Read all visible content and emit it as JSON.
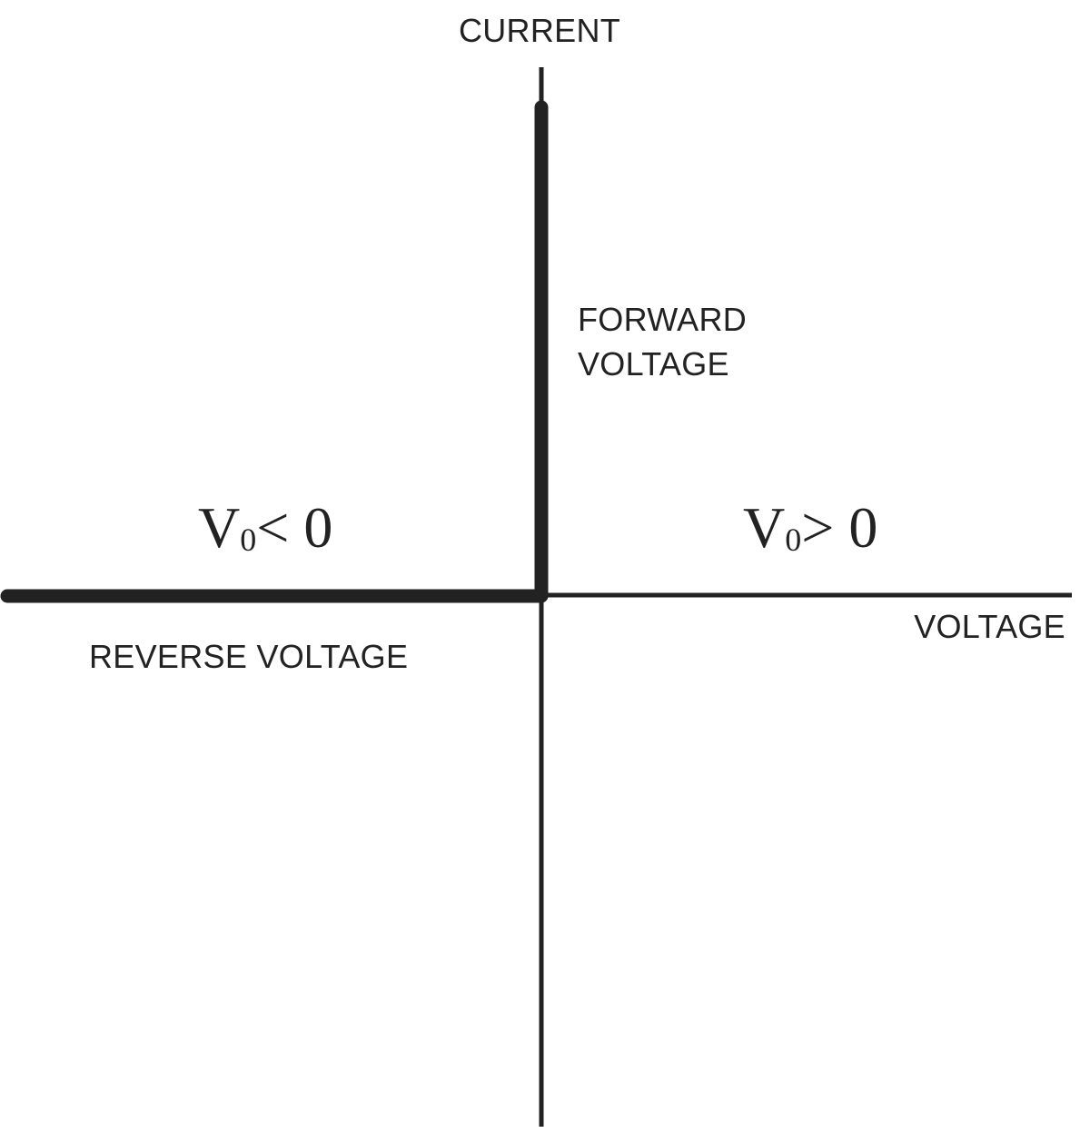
{
  "labels": {
    "y_axis": "CURRENT",
    "x_axis": "VOLTAGE",
    "forward_line1": "FORWARD",
    "forward_line2": "VOLTAGE",
    "reverse": "REVERSE VOLTAGE"
  },
  "regions": {
    "negative": {
      "symbol": "V",
      "subscript": "0",
      "relation": "< 0"
    },
    "positive": {
      "symbol": "V",
      "subscript": "0",
      "relation": "> 0"
    }
  },
  "colors": {
    "ink": "#222222",
    "background": "#ffffff"
  }
}
